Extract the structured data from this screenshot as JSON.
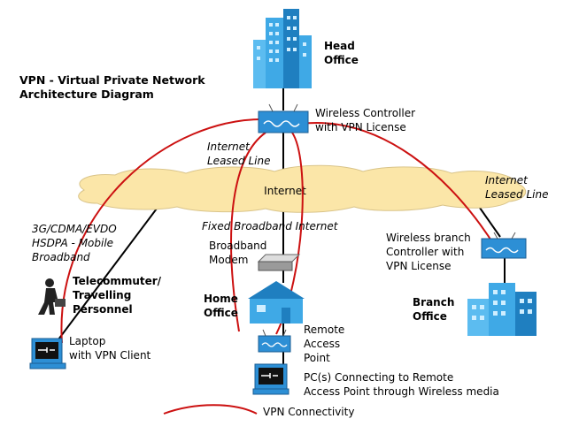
{
  "title": "VPN - Virtual Private Network\nArchitecture Diagram",
  "nodes": {
    "head_office": "Head\nOffice",
    "wireless_controller": "Wireless Controller\nwith VPN License",
    "internet": "Internet",
    "internet_leased_line_1": "Internet\nLeased Line",
    "internet_leased_line_2": "Internet\nLeased Line",
    "fixed_broadband": "Fixed Broadband Internet",
    "broadband_modem": "Broadband\nModem",
    "home_office": "Home\nOffice",
    "remote_access_point": "Remote\nAccess\nPoint",
    "pc_connecting": "PC(s) Connecting to Remote\nAccess Point through Wireless media",
    "mobile_broadband": "3G/CDMA/EVDO\nHSDPA - Mobile\nBroadband",
    "telecommuter": "Telecommuter/\nTravelling\nPersonnel",
    "laptop": "Laptop\nwith VPN Client",
    "branch_controller": "Wireless branch\nController with\nVPN License",
    "branch_office": "Branch\nOffice"
  },
  "legend": {
    "vpn_connectivity": "VPN Connectivity",
    "vpn_color": "#cc1111"
  },
  "colors": {
    "building": "#3fa9e6",
    "building_dark": "#1f7fc0",
    "cloud": "#fbe6a8",
    "device": "#2d8fd5"
  }
}
